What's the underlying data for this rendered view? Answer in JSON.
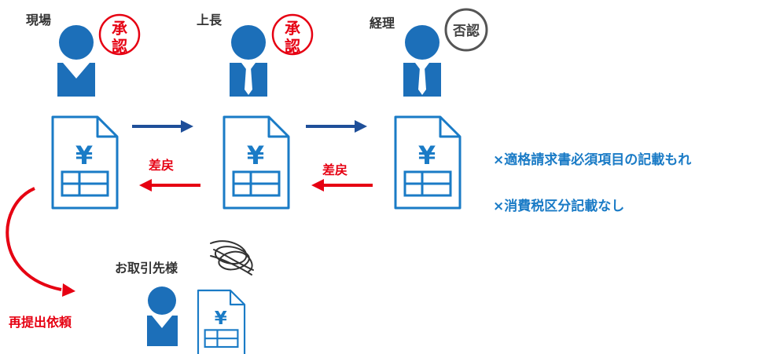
{
  "colors": {
    "blue": "#1a7bc6",
    "person": "#1c6fb9",
    "navy": "#1f4f99",
    "red": "#e60012",
    "gray": "#555555",
    "text": "#333333"
  },
  "roles": {
    "field": "現場",
    "boss": "上長",
    "accounting": "経理"
  },
  "stamps": {
    "approve_top": "承",
    "approve_bottom": "認",
    "reject": "否認"
  },
  "return_label_1": "差戻",
  "return_label_2": "差戻",
  "notes": [
    "×適格請求書必須項目の記載もれ",
    "×消費税区分記載なし"
  ],
  "supplier_label": "お取引先様",
  "resubmit_label": "再提出依頼",
  "currency_symbol": "¥",
  "icons": [
    "person-icon",
    "document-yen-icon",
    "approval-stamp-icon",
    "reject-stamp-icon",
    "signature-scribble-icon",
    "arrow-right-icon",
    "arrow-left-icon",
    "curved-arrow-icon"
  ]
}
